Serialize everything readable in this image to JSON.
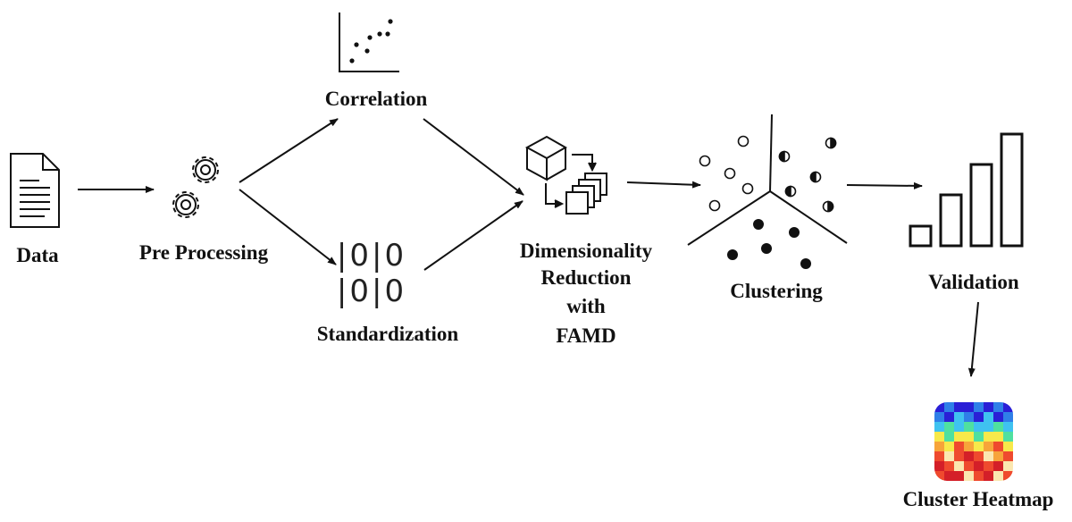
{
  "diagram": {
    "nodes": {
      "data": {
        "label": "Data",
        "icon": "document-icon"
      },
      "preprocessing": {
        "label": "Pre Processing",
        "icon": "gears-icon"
      },
      "correlation": {
        "label": "Correlation",
        "icon": "scatter-plot-icon"
      },
      "standardization": {
        "label": "Standardization",
        "icon": "binary-digits-icon",
        "glyph_rows": [
          "|0|0",
          "|0|0"
        ]
      },
      "famd": {
        "label_lines": [
          "Dimensionality",
          "Reduction",
          "with",
          "FAMD"
        ],
        "icon": "cube-to-layers-icon"
      },
      "clustering": {
        "label": "Clustering",
        "icon": "cluster-partition-icon"
      },
      "validation": {
        "label": "Validation",
        "icon": "bar-chart-icon"
      },
      "heatmap": {
        "label": "Cluster Heatmap",
        "icon": "heatmap-icon"
      }
    },
    "edges": [
      [
        "data",
        "preprocessing"
      ],
      [
        "preprocessing",
        "correlation"
      ],
      [
        "preprocessing",
        "standardization"
      ],
      [
        "correlation",
        "famd"
      ],
      [
        "standardization",
        "famd"
      ],
      [
        "famd",
        "clustering"
      ],
      [
        "clustering",
        "validation"
      ],
      [
        "validation",
        "heatmap"
      ]
    ],
    "colors": {
      "ink": "#111111",
      "heatmap_palette": [
        "#2a1fd6",
        "#2f7fe8",
        "#3fc2f0",
        "#4fe0a0",
        "#f7e94a",
        "#f7a43a",
        "#ef4a2e",
        "#d41f28",
        "#fbe7b0"
      ]
    }
  }
}
